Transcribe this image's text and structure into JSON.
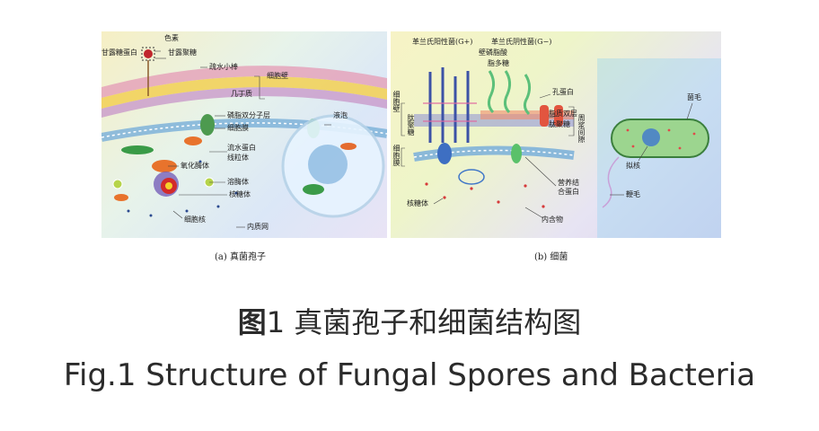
{
  "panel_a": {
    "caption": "(a) 真菌孢子",
    "labels": {
      "pigment": "色素",
      "mannoprotein": "甘露糖蛋白",
      "mannan": "甘露聚糖",
      "hydrophobin": "疏水小棒",
      "chitin": "几丁质",
      "cell_wall": "细胞壁",
      "lipid_bilayer": "磷脂双分子层",
      "cell_membrane": "细胞膜",
      "vacuole": "液泡",
      "aquaporin": "流水蛋白",
      "mitochondria": "线粒体",
      "peroxisome": "氧化酶体",
      "lysosome": "溶酶体",
      "ribosome": "核糖体",
      "nucleus": "细胞核",
      "er": "内质网"
    }
  },
  "panel_b": {
    "caption": "(b) 细菌",
    "labels": {
      "gram_positive": "革兰氏阳性菌(G+)",
      "gram_negative": "革兰氏阴性菌(G−)",
      "teichoic": "壁磷脂酸",
      "lps": "脂多糖",
      "porin": "孔蛋白",
      "lipid_bilayer": "脂质双层",
      "peptidoglycan_right": "肽聚糖",
      "periplasm": "周浆间隙",
      "cell_wall": "细胞壁",
      "peptidoglycan_left": "肽聚糖",
      "cell_membrane": "细胞膜",
      "nutrient_protein": "营养结合蛋白",
      "ribosome": "核糖体",
      "inclusion": "内含物",
      "pili": "菌毛",
      "nucleoid": "拟核",
      "flagellum": "鞭毛"
    }
  },
  "caption": {
    "cn_prefix": "图",
    "cn_rest": "1 真菌孢子和细菌结构图",
    "en": "Fig.1 Structure of Fungal Spores and Bacteria"
  }
}
